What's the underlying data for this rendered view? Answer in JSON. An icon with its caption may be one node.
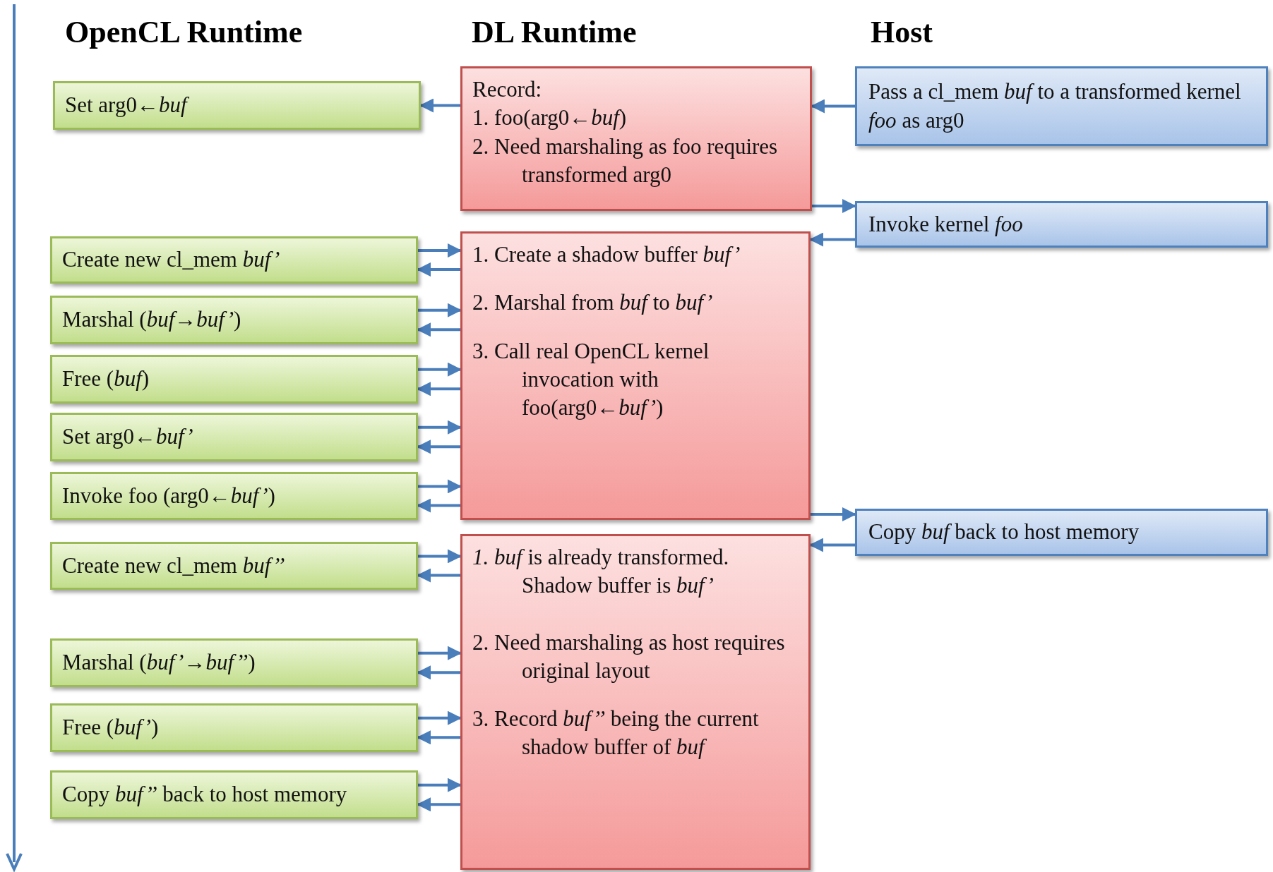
{
  "diagram": {
    "nodes": [
      {
        "text": [
          "Set arg0←*buf*"
        ]
      },
      {
        "text": [
          "Record:",
          "1. foo(arg0←*buf*)",
          "2. Need marshaling as foo requires transformed arg0"
        ]
      },
      {
        "text": [
          "Pass a cl_mem *buf* to a transformed kernel *foo* as arg0"
        ]
      },
      {
        "text": [
          "Invoke kernel *foo*"
        ]
      },
      {
        "text": [
          "1. Create a shadow buffer *buf’*",
          "2. Marshal from *buf* to *buf’*",
          "3. Call real OpenCL kernel invocation with foo(arg0←*buf’*)"
        ]
      },
      {
        "text": [
          "Create new cl_mem *buf’*"
        ]
      },
      {
        "text": [
          "Marshal (*buf*→*buf’*)"
        ]
      },
      {
        "text": [
          "Free (*buf*)"
        ]
      },
      {
        "text": [
          "Set arg0←*buf’*"
        ]
      },
      {
        "text": [
          "Invoke foo (arg0←*buf’*)"
        ]
      },
      {
        "text": [
          "Copy *buf* back to host memory"
        ]
      },
      {
        "text": [
          "*1.* *buf* is already transformed. Shadow buffer is *buf’*",
          "2. Need marshaling as host requires original layout",
          "3. Record *buf’’* being the current shadow buffer of *buf*"
        ]
      },
      {
        "text": [
          "Create new cl_mem *buf’’*"
        ]
      },
      {
        "text": [
          "Marshal (*buf’*→*buf’’*)"
        ]
      },
      {
        "text": [
          "Free (*buf’*)"
        ]
      },
      {
        "text": [
          "Copy *buf’’* back to host memory"
        ]
      }
    ],
    "edges": [
      {
        "from": 2,
        "to": 1,
        "arrow": "to"
      },
      {
        "from": 1,
        "to": 0,
        "arrow": "to"
      },
      {
        "from": 1,
        "to": 3,
        "arrow": "to"
      },
      {
        "from": 3,
        "to": 4,
        "arrow": "to"
      },
      {
        "from": 5,
        "to": 4,
        "arrow": "to"
      },
      {
        "from": 4,
        "to": 5,
        "arrow": "to"
      },
      {
        "from": 6,
        "to": 4,
        "arrow": "to"
      },
      {
        "from": 4,
        "to": 6,
        "arrow": "to"
      },
      {
        "from": 7,
        "to": 4,
        "arrow": "to"
      },
      {
        "from": 4,
        "to": 7,
        "arrow": "to"
      },
      {
        "from": 8,
        "to": 4,
        "arrow": "to"
      },
      {
        "from": 4,
        "to": 8,
        "arrow": "to"
      },
      {
        "from": 9,
        "to": 4,
        "arrow": "to"
      },
      {
        "from": 4,
        "to": 9,
        "arrow": "to"
      },
      {
        "from": 4,
        "to": 10,
        "arrow": "to"
      },
      {
        "from": 10,
        "to": 11,
        "arrow": "to"
      },
      {
        "from": 12,
        "to": 11,
        "arrow": "to"
      },
      {
        "from": 11,
        "to": 12,
        "arrow": "to"
      },
      {
        "from": 13,
        "to": 11,
        "arrow": "to"
      },
      {
        "from": 11,
        "to": 13,
        "arrow": "to"
      },
      {
        "from": 14,
        "to": 11,
        "arrow": "to"
      },
      {
        "from": 11,
        "to": 14,
        "arrow": "to"
      },
      {
        "from": 15,
        "to": 11,
        "arrow": "to"
      },
      {
        "from": 11,
        "to": 15,
        "arrow": "to"
      }
    ],
    "labels": [
      "OpenCL Runtime",
      "DL Runtime",
      "Host"
    ]
  }
}
